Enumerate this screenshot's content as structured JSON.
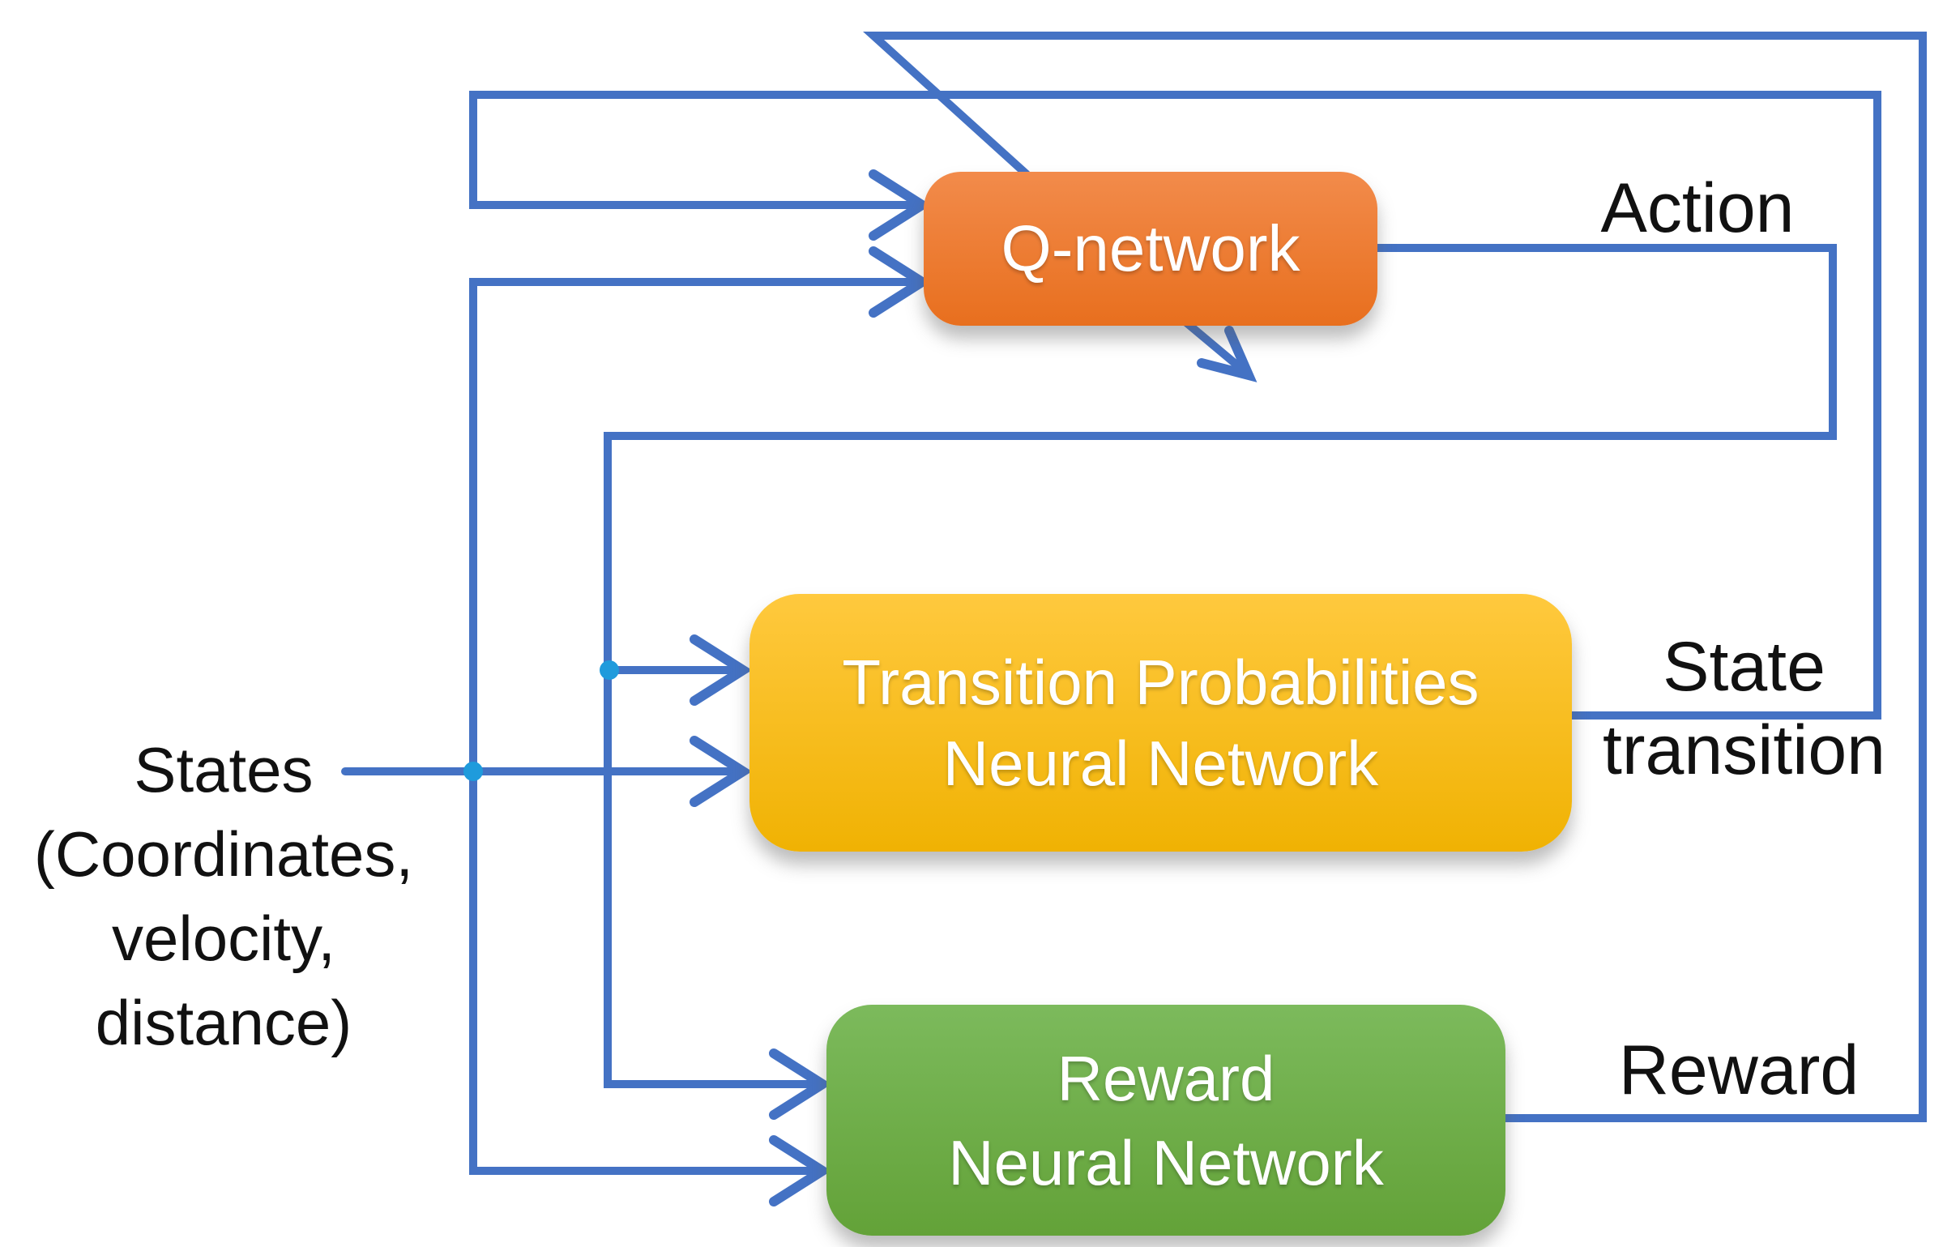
{
  "diagram": {
    "nodes": {
      "q_network": {
        "label": "Q-network"
      },
      "transition_nn": {
        "label_line1": "Transition Probabilities",
        "label_line2": "Neural Network"
      },
      "reward_nn": {
        "label_line1": "Reward",
        "label_line2": "Neural Network"
      }
    },
    "labels": {
      "action": "Action",
      "state_transition_line1": "State",
      "state_transition_line2": "transition",
      "reward": "Reward",
      "states_line1": "States",
      "states_line2": "(Coordinates,",
      "states_line3": "velocity,",
      "states_line4": "distance)"
    },
    "colors": {
      "connector": "#4472C4",
      "junction_dot": "#1F9BDC",
      "q_network_top": "#F28B4B",
      "q_network_bottom": "#E86F1E",
      "transition_top": "#FFC93E",
      "transition_bottom": "#F0B203",
      "reward_top": "#7CBA5C",
      "reward_bottom": "#63A238",
      "node_text": "#FFFFFF",
      "label_text": "#111111",
      "background": "#FFFFFF"
    }
  }
}
